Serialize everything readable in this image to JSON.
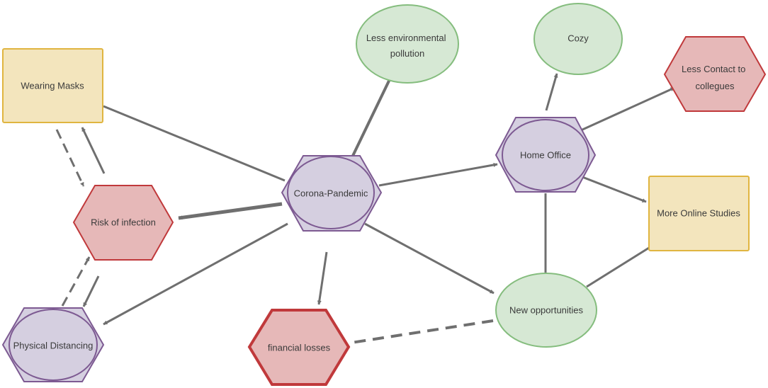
{
  "nodes": {
    "wearing_masks": {
      "label": "Wearing Masks",
      "fill": "#f3e5bd",
      "stroke": "#e0b540"
    },
    "risk_of_infection": {
      "label": "Risk of infection",
      "fill": "#e6b8b8",
      "stroke": "#c0393b"
    },
    "physical_distancing": {
      "label": "Physical Distancing",
      "fill": "#d5cfe0",
      "stroke": "#7d5a92"
    },
    "corona_pandemic": {
      "label": "Corona-Pandemic",
      "fill": "#d5cfe0",
      "stroke": "#7d5a92"
    },
    "less_env_pollution": {
      "lines": [
        "Less environmental",
        "pollution"
      ],
      "fill": "#d6e8d4",
      "stroke": "#85bd7e"
    },
    "financial_losses": {
      "label": "financial losses",
      "fill": "#e6b8b8",
      "stroke": "#c0393b"
    },
    "home_office": {
      "label": "Home Office",
      "fill": "#d5cfe0",
      "stroke": "#7d5a92"
    },
    "cozy": {
      "label": "Cozy",
      "fill": "#d6e8d4",
      "stroke": "#85bd7e"
    },
    "less_contact": {
      "lines": [
        "Less Contact to",
        "collegues"
      ],
      "fill": "#e6b8b8",
      "stroke": "#c0393b"
    },
    "more_online_studies": {
      "label": "More Online Studies",
      "fill": "#f3e5bd",
      "stroke": "#e0b540"
    },
    "new_opportunities": {
      "label": "New opportunities",
      "fill": "#d6e8d4",
      "stroke": "#85bd7e"
    }
  },
  "edge_color": "#6f6f6f"
}
